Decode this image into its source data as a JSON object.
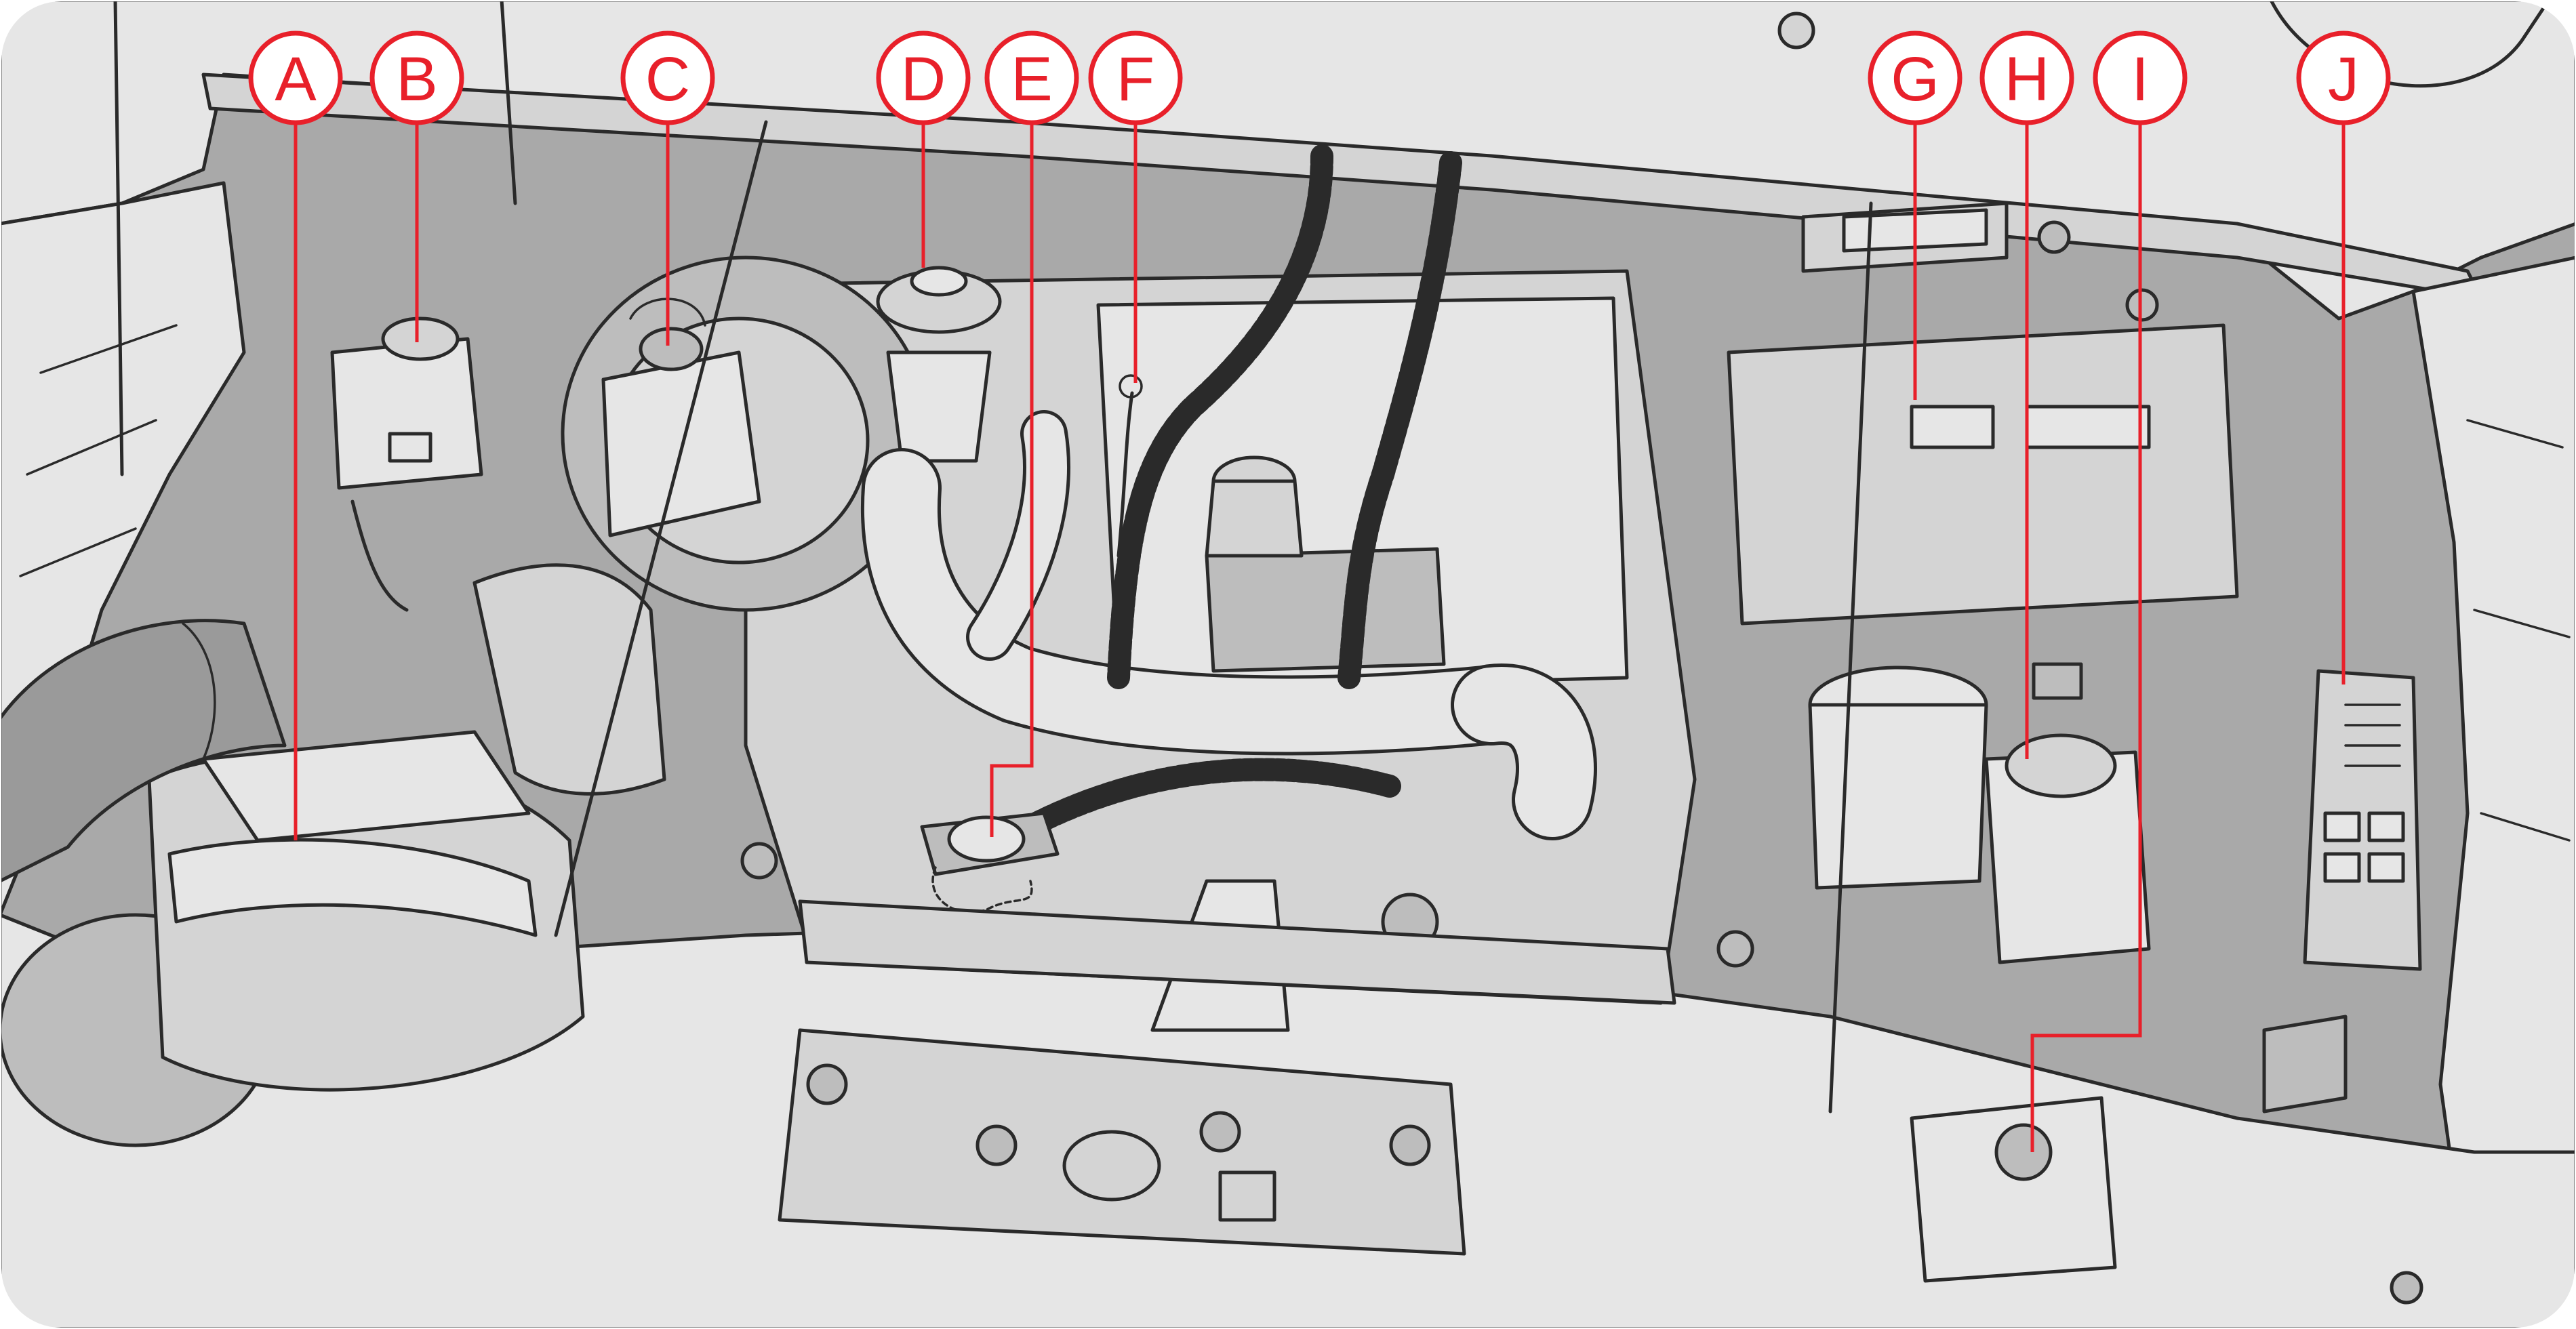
{
  "colors": {
    "callout_red": "#e8202a",
    "background": "#a9a9a9",
    "panel": "#e6e6e6"
  },
  "callouts": [
    {
      "id": "A",
      "label": "A"
    },
    {
      "id": "B",
      "label": "B"
    },
    {
      "id": "C",
      "label": "C"
    },
    {
      "id": "D",
      "label": "D"
    },
    {
      "id": "E",
      "label": "E"
    },
    {
      "id": "F",
      "label": "F"
    },
    {
      "id": "G",
      "label": "G"
    },
    {
      "id": "H",
      "label": "H"
    },
    {
      "id": "I",
      "label": "I"
    },
    {
      "id": "J",
      "label": "J"
    }
  ]
}
